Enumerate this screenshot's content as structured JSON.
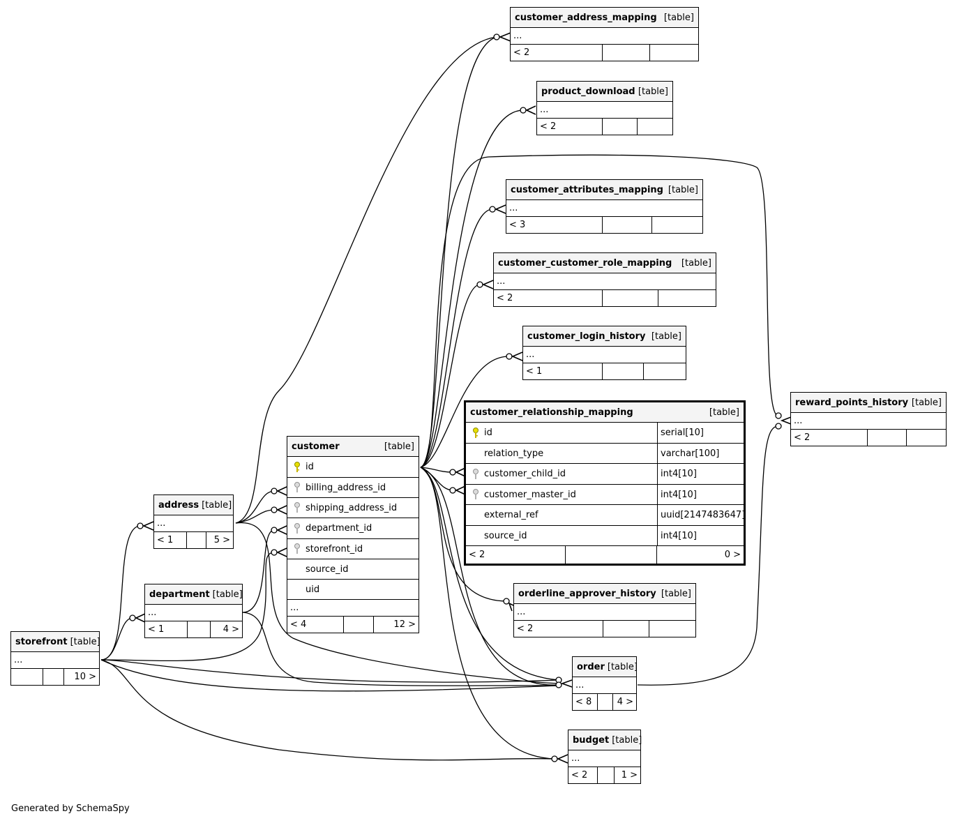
{
  "diagram": {
    "generated_by": "Generated by SchemaSpy",
    "type_label": "[table]",
    "ellipsis": "...",
    "focus_table": {
      "name": "customer_relationship_mapping",
      "columns": [
        {
          "name": "id",
          "type": "serial[10]",
          "key": "primary"
        },
        {
          "name": "relation_type",
          "type": "varchar[100]",
          "key": "none"
        },
        {
          "name": "customer_child_id",
          "type": "int4[10]",
          "key": "foreign"
        },
        {
          "name": "customer_master_id",
          "type": "int4[10]",
          "key": "foreign"
        },
        {
          "name": "external_ref",
          "type": "uuid[2147483647]",
          "key": "none"
        },
        {
          "name": "source_id",
          "type": "int4[10]",
          "key": "none"
        }
      ],
      "parents": "< 2",
      "children": "0 >"
    },
    "customer_table": {
      "name": "customer",
      "columns": [
        {
          "name": "id",
          "key": "primary"
        },
        {
          "name": "billing_address_id",
          "key": "foreign"
        },
        {
          "name": "shipping_address_id",
          "key": "foreign"
        },
        {
          "name": "department_id",
          "key": "foreign"
        },
        {
          "name": "storefront_id",
          "key": "foreign"
        },
        {
          "name": "source_id",
          "key": "none"
        },
        {
          "name": "uid",
          "key": "none"
        }
      ],
      "parents": "< 4",
      "children": "12 >"
    },
    "tables": [
      {
        "name": "customer_address_mapping",
        "parents": "< 2",
        "children": ""
      },
      {
        "name": "product_download",
        "parents": "< 2",
        "children": ""
      },
      {
        "name": "customer_attributes_mapping",
        "parents": "< 3",
        "children": ""
      },
      {
        "name": "customer_customer_role_mapping",
        "parents": "< 2",
        "children": ""
      },
      {
        "name": "customer_login_history",
        "parents": "< 1",
        "children": ""
      },
      {
        "name": "reward_points_history",
        "parents": "< 2",
        "children": ""
      },
      {
        "name": "orderline_approver_history",
        "parents": "< 2",
        "children": ""
      },
      {
        "name": "order",
        "parents": "< 8",
        "children": "4 >"
      },
      {
        "name": "budget",
        "parents": "< 2",
        "children": "1 >"
      },
      {
        "name": "address",
        "parents": "< 1",
        "children": "5 >"
      },
      {
        "name": "department",
        "parents": "< 1",
        "children": "4 >"
      },
      {
        "name": "storefront",
        "parents": "",
        "children": "10 >"
      }
    ]
  }
}
